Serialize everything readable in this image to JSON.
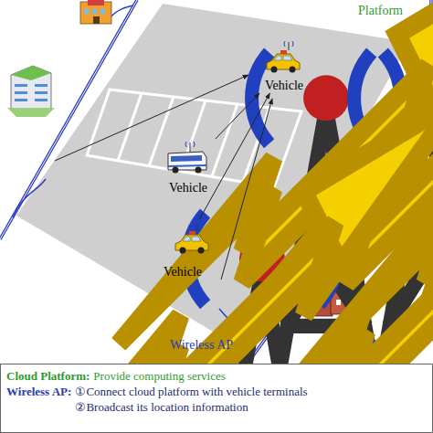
{
  "diagram": {
    "nodes": [
      {
        "text": [
          "Vehicle"
        ]
      },
      {
        "text": [
          "Vehicle"
        ]
      },
      {
        "text": [
          "Vehicle"
        ]
      },
      {
        "text": [
          "Cloud Platform:",
          "Provide computing services",
          "Wireless AP:",
          "①Connect cloud platform with vehicle terminals",
          "②Broadcast its location information"
        ]
      }
    ],
    "edges": [
      {
        "from": 1,
        "to": 0,
        "arrow": "to"
      },
      {
        "from": 2,
        "to": 0,
        "arrow": "to"
      }
    ],
    "labels": [
      "Platform",
      "Wireless AP"
    ]
  }
}
